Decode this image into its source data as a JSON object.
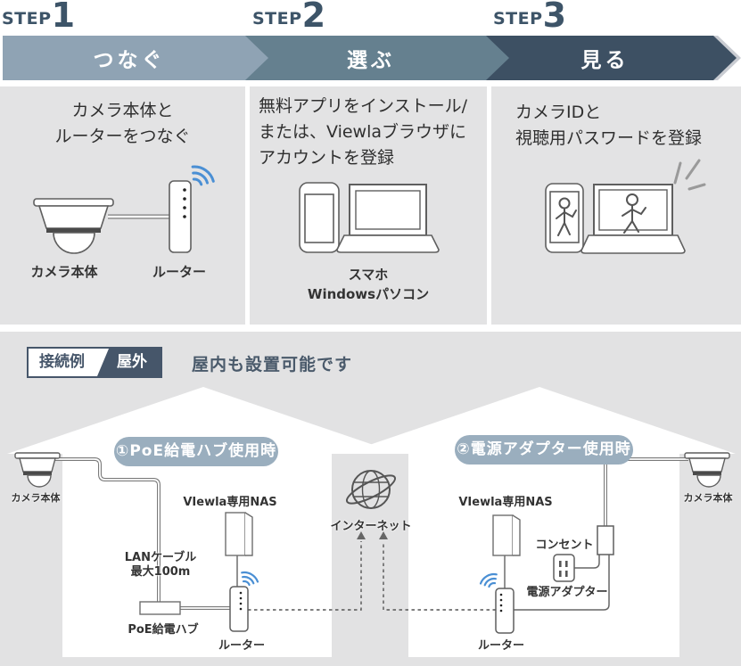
{
  "steps": [
    {
      "label": "STEP",
      "number": "1",
      "banner": "つなぐ",
      "desc_lines": [
        "カメラ本体と",
        "ルーターをつなぐ"
      ],
      "captions": [
        "カメラ本体",
        "ルーター"
      ]
    },
    {
      "label": "STEP",
      "number": "2",
      "banner": "選ぶ",
      "desc_lines": [
        "無料アプリをインストール/",
        "または、Viewlaブラウザに",
        "アカウントを登録"
      ],
      "captions": [
        "スマホ",
        "Windowsパソコン"
      ]
    },
    {
      "label": "STEP",
      "number": "3",
      "banner": "見る",
      "desc_lines": [
        "カメラIDと",
        "視聴用パスワードを登録"
      ],
      "captions": []
    }
  ],
  "connection": {
    "badge": {
      "left": "接続例",
      "right": "屋外"
    },
    "note": "屋内も設置可能です",
    "left_house": {
      "pill": "①PoE給電ハブ使用時",
      "camera_label": "カメラ本体",
      "nas_label": "VIewla専用NAS",
      "lan_lines": [
        "LANケーブル",
        "最大100m"
      ],
      "hub_label": "PoE給電ハブ",
      "router_label": "ルーター"
    },
    "internet_label": "インターネット",
    "right_house": {
      "pill": "②電源アダプター使用時",
      "camera_label": "カメラ本体",
      "nas_label": "VIewla専用NAS",
      "outlet_label": "コンセント",
      "adapter_label": "電源アダプター",
      "router_label": "ルーター"
    }
  },
  "colors": {
    "banner1": "#8fa3b4",
    "banner2": "#65808f",
    "banner3": "#3d5063",
    "banner_shadow": "#c9ccd2",
    "navy": "#46566a",
    "section_bg": "#e3e3e4",
    "pill": "#9aaebe",
    "wifi_blue": "#4a8fd4",
    "label_text": "#333333"
  }
}
